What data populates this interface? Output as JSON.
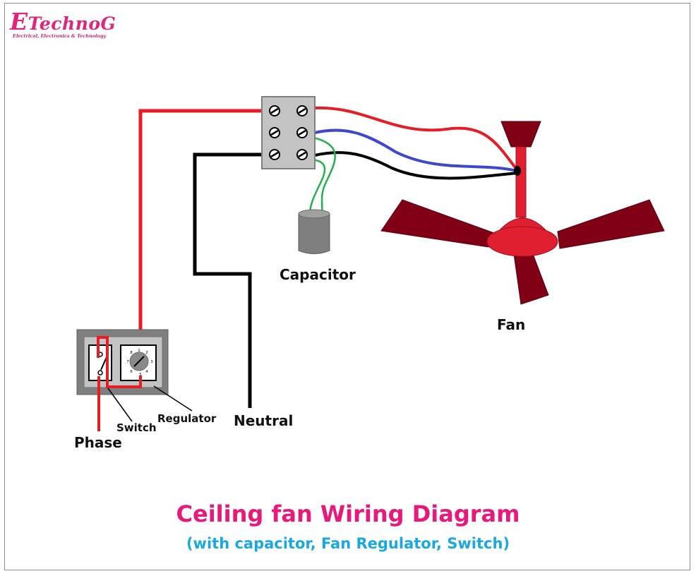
{
  "logo": {
    "name_initial": "E",
    "name_rest": "TechnoG",
    "tagline": "Electrical, Electronics & Technology"
  },
  "labels": {
    "capacitor": "Capacitor",
    "fan": "Fan",
    "switch": "Switch",
    "regulator": "Regulator",
    "neutral": "Neutral",
    "phase": "Phase"
  },
  "regulator_dial": [
    "1",
    "2",
    "3",
    "4",
    "5",
    "6",
    "7",
    "8"
  ],
  "title": {
    "main": "Ceiling fan Wiring Diagram",
    "subtitle": "(with capacitor, Fan Regulator, Switch)"
  },
  "colors": {
    "wire_phase": "#e81c24",
    "wire_neutral": "#000000",
    "wire_blue": "#3f48cc",
    "wire_green": "#22b14c",
    "fan_body": "#e02030",
    "fan_blade": "#800015",
    "title_main": "#e8197a",
    "title_sub": "#1aa8e0"
  }
}
